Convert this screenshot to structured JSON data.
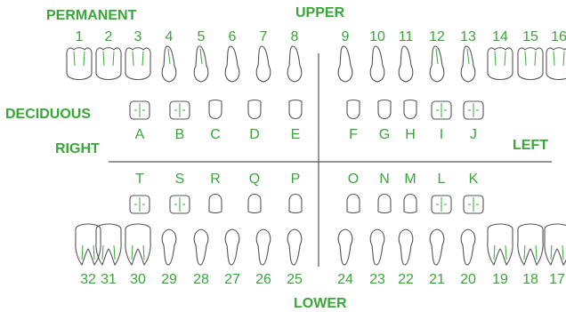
{
  "labels": {
    "permanent": "PERMANENT",
    "deciduous": "DECIDUOUS",
    "upper": "UPPER",
    "lower": "LOWER",
    "right": "RIGHT",
    "left": "LEFT"
  },
  "colors": {
    "label": "#3aa63a",
    "outline": "#555555"
  },
  "upper_permanent": [
    "1",
    "2",
    "3",
    "4",
    "5",
    "6",
    "7",
    "8",
    "9",
    "10",
    "11",
    "12",
    "13",
    "14",
    "15",
    "16"
  ],
  "lower_permanent": [
    "32",
    "31",
    "30",
    "29",
    "28",
    "27",
    "26",
    "25",
    "24",
    "23",
    "22",
    "21",
    "20",
    "19",
    "18",
    "17"
  ],
  "upper_deciduous": [
    "A",
    "B",
    "C",
    "D",
    "E",
    "F",
    "G",
    "H",
    "I",
    "J"
  ],
  "lower_deciduous": [
    "T",
    "S",
    "R",
    "Q",
    "P",
    "O",
    "N",
    "M",
    "L",
    "K"
  ]
}
